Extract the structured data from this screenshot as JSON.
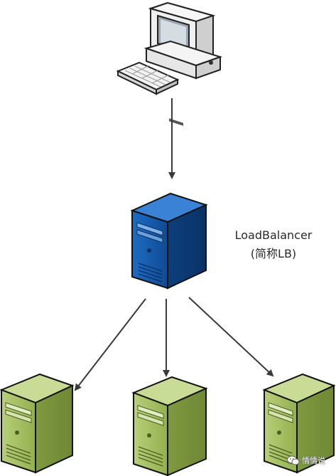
{
  "load_balancer": {
    "name": "LoadBalancer",
    "alias": "(简称LB)"
  },
  "nodes": {
    "client": "client-computer",
    "balancer": "load-balancer-server",
    "backends": [
      "backend-server-1",
      "backend-server-2",
      "backend-server-3"
    ]
  },
  "colors": {
    "balancer": "#1a5fb0",
    "backend": "#9cba5a",
    "client": "#e8e8e8",
    "arrow": "#3a3a3a"
  },
  "watermark": {
    "text": "情情说",
    "icon": "wechat-icon"
  }
}
